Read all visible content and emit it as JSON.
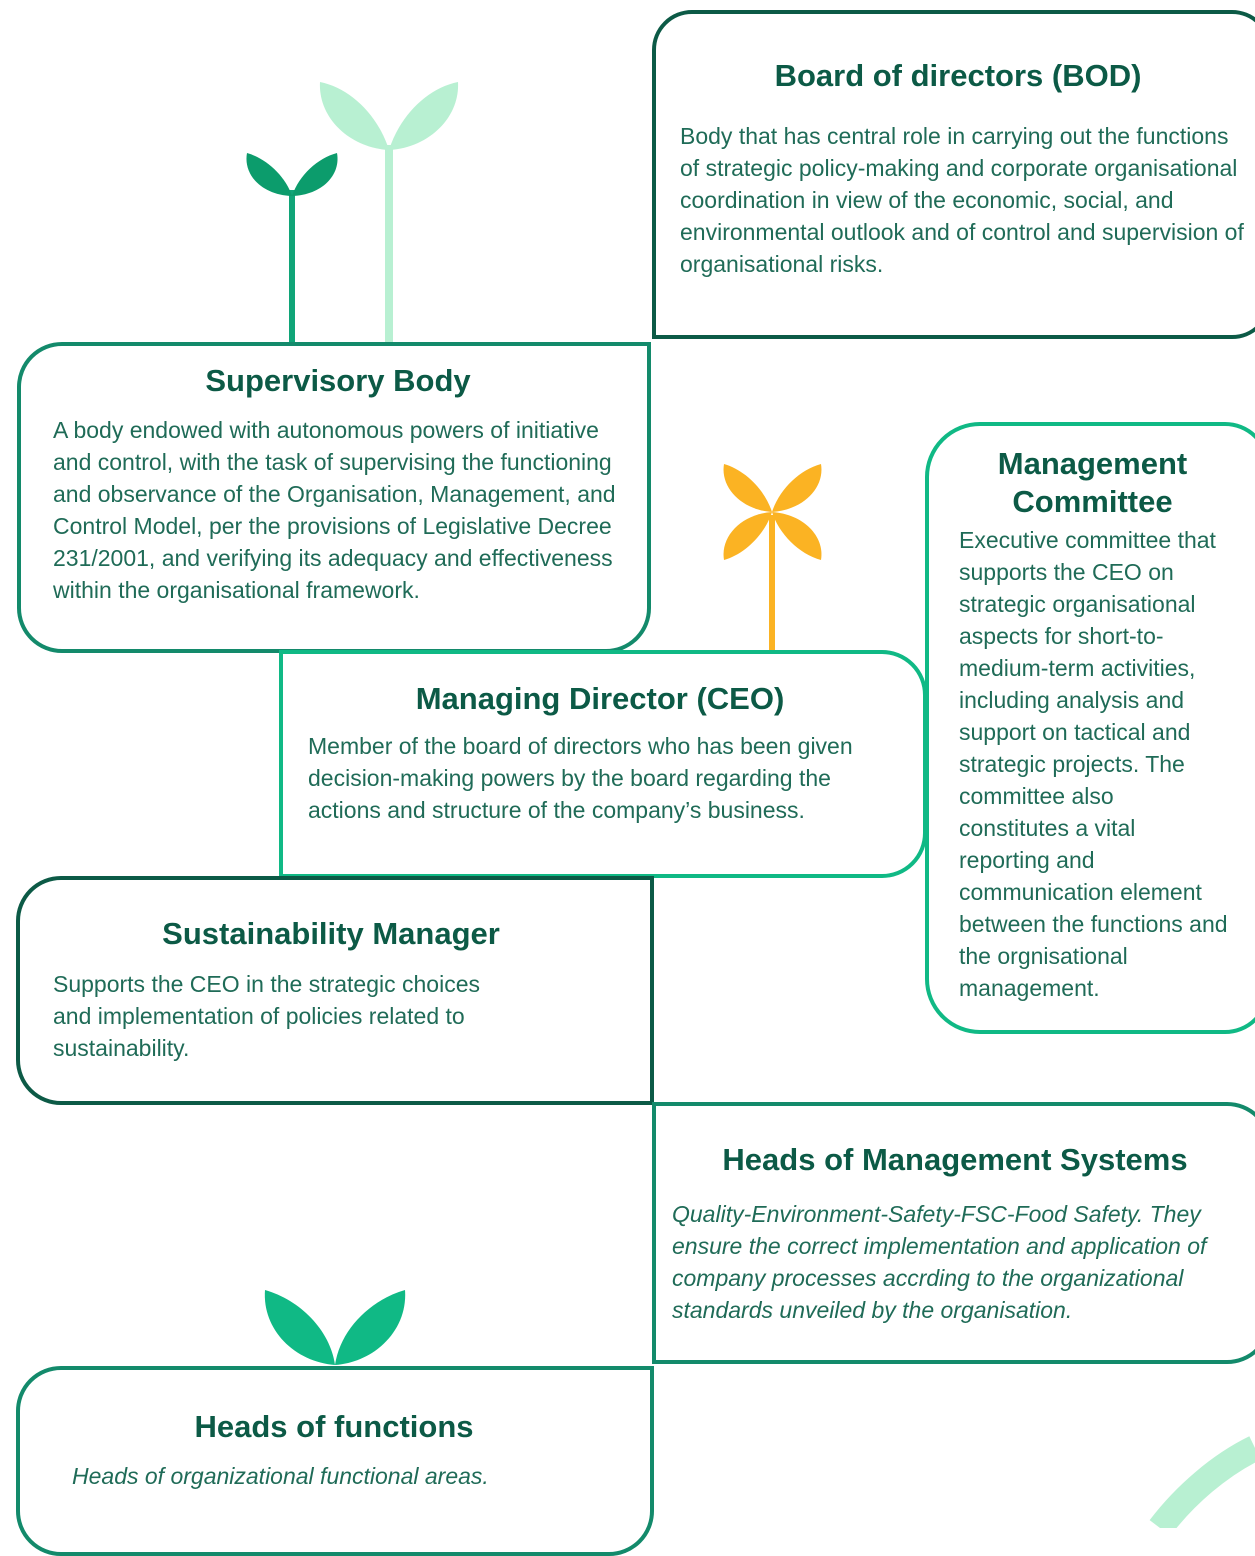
{
  "colors": {
    "dark_green": "#0c5a46",
    "mid_green": "#138a6b",
    "bright_green": "#10b985",
    "mint": "#b8f0d2",
    "yellow": "#fbb323",
    "text": "#1f6b57"
  },
  "icons": [
    "dark-green-sprout-icon",
    "mint-sprout-icon",
    "yellow-flower-icon",
    "green-sprout-icon",
    "mint-arc-icon"
  ],
  "boxes": {
    "bod": {
      "title": "Board of directors (BOD)",
      "description": "Body that has central role in carrying out the functions of strategic policy-making and corporate organisational coordination in view of the economic, social, and environmental outlook and of control and supervision of organisational risks."
    },
    "supervisory": {
      "title": "Supervisory Body",
      "description": "A body endowed with autonomous powers of initiative and control, with the task of supervising the functioning and observance of the Organisation, Management, and Control Model, per the provisions of Legislative Decree 231/2001, and verifying its adequacy and effectiveness within the organisational framework."
    },
    "management_committee": {
      "title": "Management Committee",
      "description": "Executive committee that supports the CEO on strategic organisational aspects for short-to-medium-term activities, including analysis and support on tactical and strategic projects. The committee also constitutes a vital reporting and communication element between the functions and the orgnisational management."
    },
    "ceo": {
      "title": "Managing Director (CEO)",
      "description": "Member of the board of directors who has been given decision-making powers by the board regarding the actions and structure of the company’s business."
    },
    "sustainability": {
      "title": "Sustainability Manager",
      "description": "Supports the CEO in the strategic choices and implementation of policies related to sustainability."
    },
    "management_systems": {
      "title": "Heads of Management Systems",
      "description": "Quality-Environment-Safety-FSC-Food Safety. They ensure the correct implementation and application of company processes accrding to the organizational standards unveiled by the organisation."
    },
    "functions": {
      "title": "Heads of functions",
      "description": "Heads of organizational functional areas."
    }
  }
}
